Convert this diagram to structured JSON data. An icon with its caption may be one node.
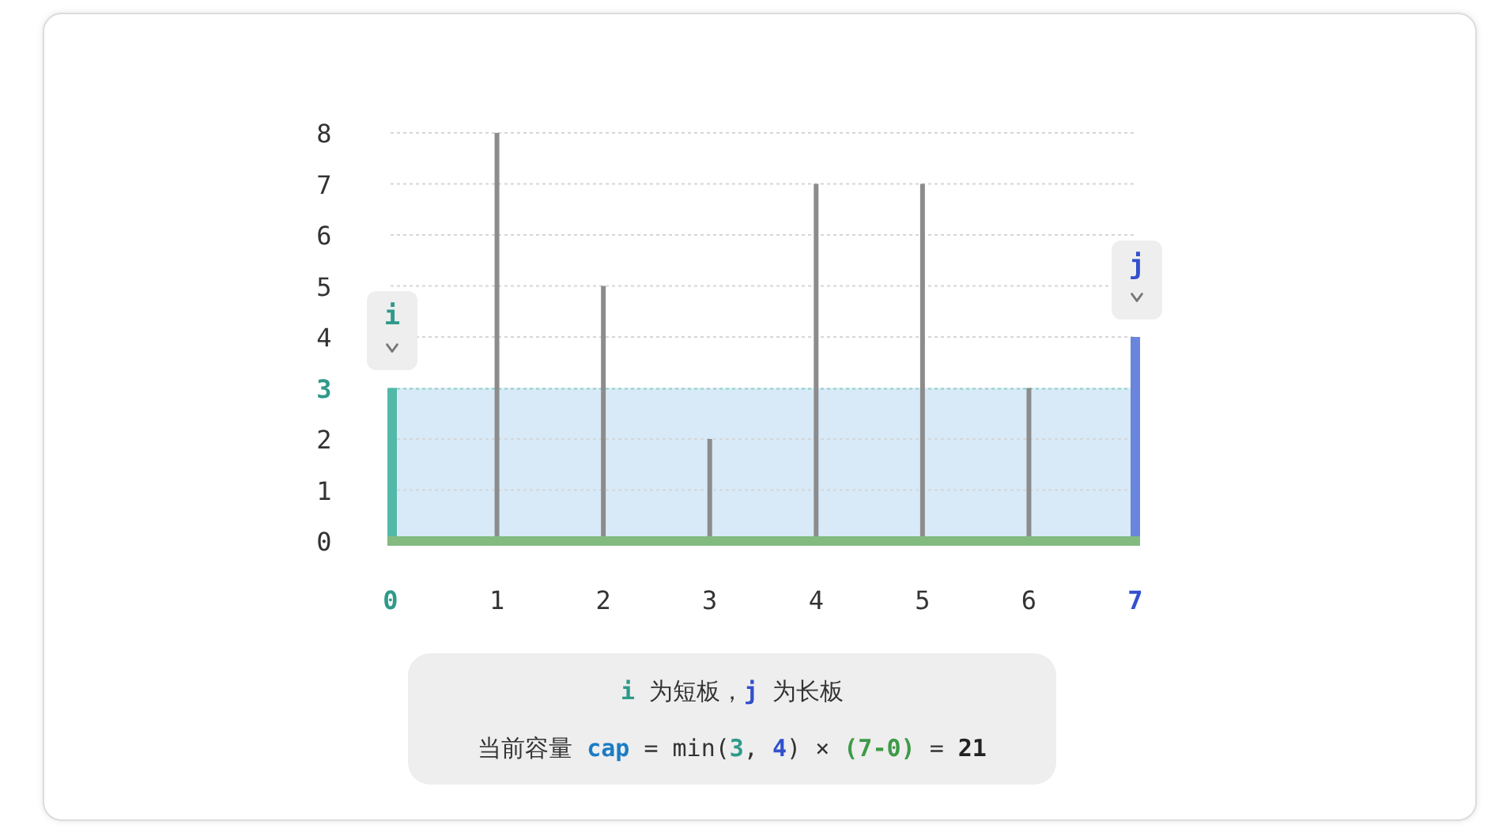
{
  "diagram": {
    "nodes": [
      {
        "text": [
          "i"
        ]
      },
      {
        "text": [
          "j"
        ]
      },
      {
        "text": [
          "**i** 为短板，**j** 为长板",
          "当前容量 **cap** = min(**3**, **4**) × **(7-0)** = **21**"
        ]
      }
    ],
    "chart_data": {
      "type": "bar",
      "categories": [
        "0",
        "1",
        "2",
        "3",
        "4",
        "5",
        "6",
        "7"
      ],
      "values": [
        3,
        8,
        5,
        2,
        7,
        7,
        3,
        4
      ],
      "ylim": [
        0,
        8
      ],
      "yticks": [
        0,
        1,
        2,
        3,
        4,
        5,
        6,
        7,
        8
      ],
      "grid": true
    }
  }
}
